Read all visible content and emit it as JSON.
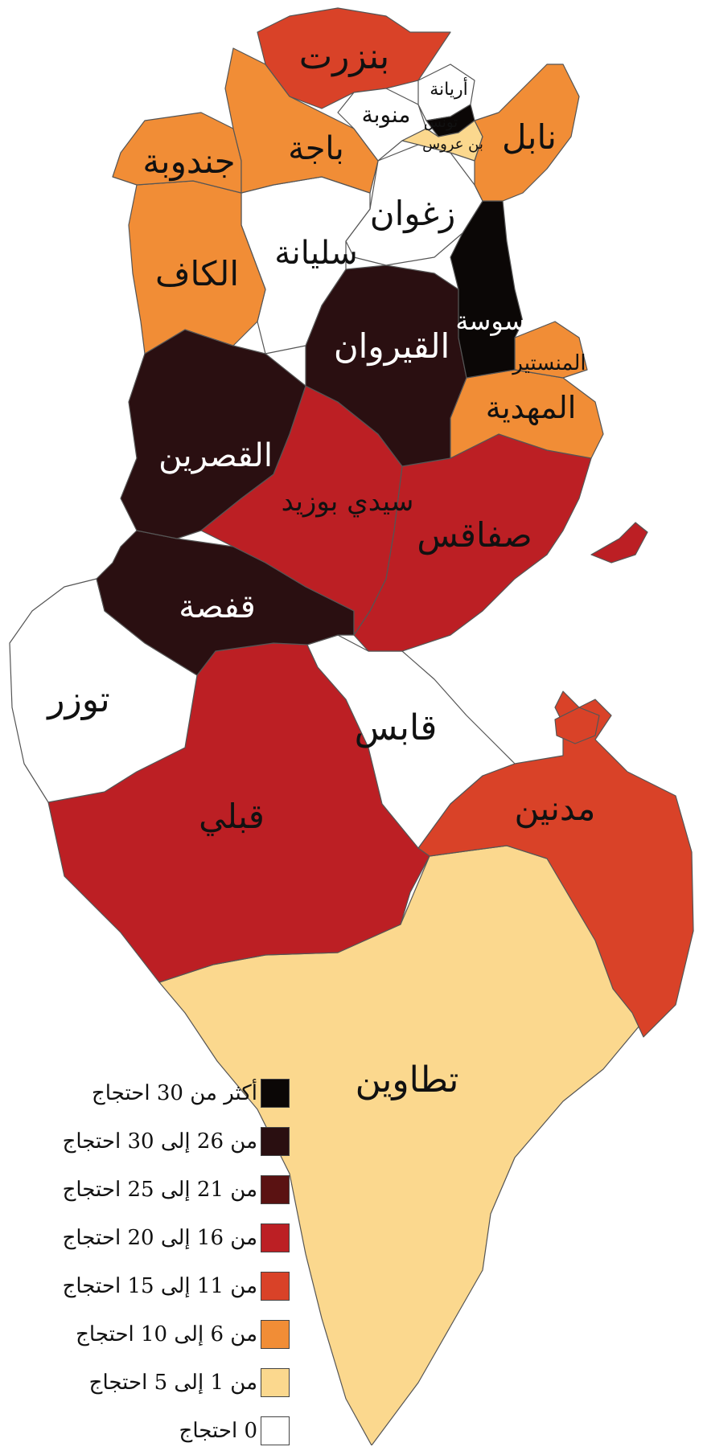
{
  "colors": {
    "gt30": "#0b0706",
    "r26_30": "#2a0f11",
    "r21_25": "#5a1212",
    "r16_20": "#bc1f24",
    "r11_15": "#d94228",
    "r6_10": "#f18d36",
    "r1_5": "#fbd88e",
    "zero": "#ffffff"
  },
  "regions": {
    "bizerte": "بنزرت",
    "ariana": "أريانة",
    "manouba": "منوبة",
    "tunis": "تونس",
    "ben_arous": "بن عروس",
    "nabeul": "نابل",
    "jendouba": "جندوبة",
    "beja": "باجة",
    "zaghouan": "زغوان",
    "siliana": "سليانة",
    "kef": "الكاف",
    "sousse": "سوسة",
    "kairouan": "القيروان",
    "monastir": "المنستير",
    "mahdia": "المهدية",
    "kasserine": "القصرين",
    "sidi_bouzid": "سيدي بوزيد",
    "sfax": "صفاقس",
    "gafsa": "قفصة",
    "tozeur": "توزر",
    "gabes": "قابس",
    "kebili": "قبلي",
    "medenine": "مدنين",
    "tataouine": "تطاوين"
  },
  "legend": [
    {
      "label": "أكثر من 30 احتجاج",
      "color": "#0b0706"
    },
    {
      "label": "من 26 إلى 30 احتجاج",
      "color": "#2a0f11"
    },
    {
      "label": "من 21 إلى 25 احتجاج",
      "color": "#5a1212"
    },
    {
      "label": "من 16 إلى 20 احتجاج",
      "color": "#bc1f24"
    },
    {
      "label": "من 11 إلى 15 احتجاج",
      "color": "#d94228"
    },
    {
      "label": "من 6 إلى 10 احتجاج",
      "color": "#f18d36"
    },
    {
      "label": "من 1 إلى 5 احتجاج",
      "color": "#fbd88e"
    },
    {
      "label": "0 احتجاج",
      "color": "#ffffff"
    }
  ]
}
